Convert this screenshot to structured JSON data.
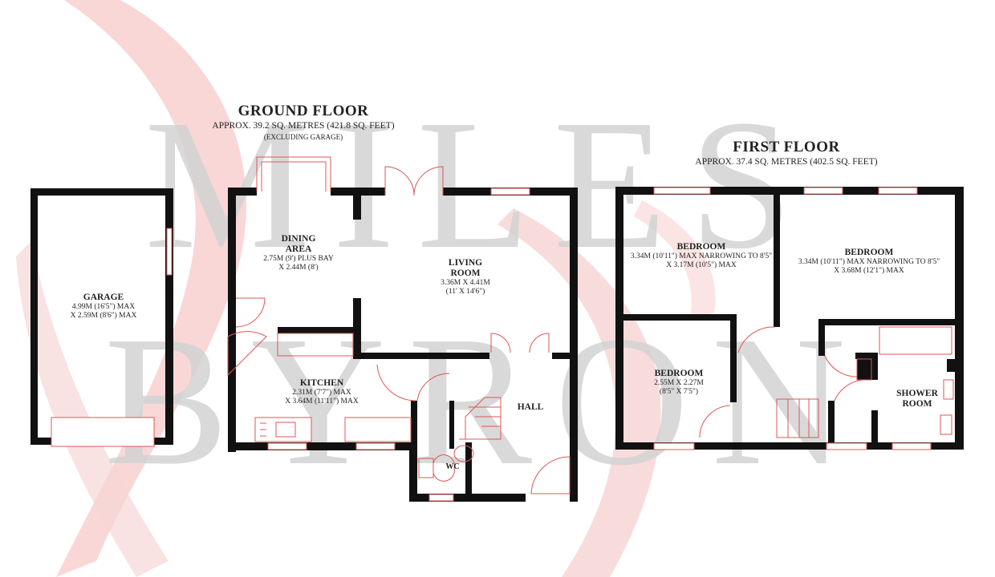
{
  "watermark": {
    "line1": "MILES",
    "line2": "BYRON",
    "colors": {
      "letters": "#d3d3d3",
      "swoosh": "#f7c9c9"
    }
  },
  "ground_floor": {
    "title": "GROUND FLOOR",
    "area": "APPROX. 39.2 SQ. METRES (421.8 SQ. FEET)",
    "note": "(EXCLUDING GARAGE)"
  },
  "first_floor": {
    "title": "FIRST FLOOR",
    "area": "APPROX. 37.4 SQ. METRES (402.5 SQ. FEET)"
  },
  "rooms": {
    "garage": {
      "name": "GARAGE",
      "dims": [
        "4.99M (16'5\") MAX",
        "X 2.59M (8'6\") MAX"
      ]
    },
    "dining": {
      "name": [
        "DINING",
        "AREA"
      ],
      "dims": [
        "2.75M (9') PLUS BAY",
        "X 2.44M (8')"
      ]
    },
    "living": {
      "name": [
        "LIVING",
        "ROOM"
      ],
      "dims": [
        "3.36M X 4.41M",
        "(11' X 14'6\")"
      ]
    },
    "kitchen": {
      "name": "KITCHEN",
      "dims": [
        "2.31M (7'7\") MAX",
        "X 3.64M (11'11\") MAX"
      ]
    },
    "hall": {
      "name": "HALL"
    },
    "wc": {
      "name": "WC"
    },
    "bedroom1": {
      "name": "BEDROOM",
      "dims": [
        "3.34M (10'11\") MAX NARROWING TO 8'5\"",
        "X 3.17M (10'5\") MAX"
      ]
    },
    "bedroom2": {
      "name": "BEDROOM",
      "dims": [
        "3.34M (10'11\") MAX NARROWING TO 8'5\"",
        "X 3.68M (12'1\") MAX"
      ]
    },
    "bedroom3": {
      "name": "BEDROOM",
      "dims": [
        "2.55M X 2.27M",
        "(8'5\" X 7'5\")"
      ]
    },
    "shower": {
      "name": [
        "SHOWER",
        "ROOM"
      ]
    }
  },
  "colors": {
    "wall": "#111111",
    "fixture": "#e05555",
    "text": "#222222"
  }
}
